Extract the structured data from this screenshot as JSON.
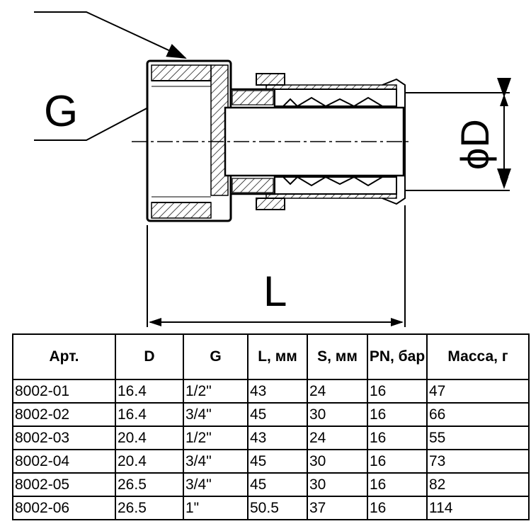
{
  "drawing": {
    "label_thread": "G",
    "label_diameter": "ϕD",
    "label_length": "L"
  },
  "table": {
    "headers": [
      "Арт.",
      "D",
      "G",
      "L, мм",
      "S, мм",
      "PN, бар",
      "Масса, г"
    ],
    "rows": [
      [
        "8002-01",
        "16.4",
        "1/2\"",
        "43",
        "24",
        "16",
        "47"
      ],
      [
        "8002-02",
        "16.4",
        "3/4\"",
        "45",
        "30",
        "16",
        "66"
      ],
      [
        "8002-03",
        "20.4",
        "1/2\"",
        "43",
        "24",
        "16",
        "55"
      ],
      [
        "8002-04",
        "20.4",
        "3/4\"",
        "45",
        "30",
        "16",
        "73"
      ],
      [
        "8002-05",
        "26.5",
        "3/4\"",
        "45",
        "30",
        "16",
        "82"
      ],
      [
        "8002-06",
        "26.5",
        "1\"",
        "50.5",
        "37",
        "16",
        "114"
      ]
    ]
  }
}
